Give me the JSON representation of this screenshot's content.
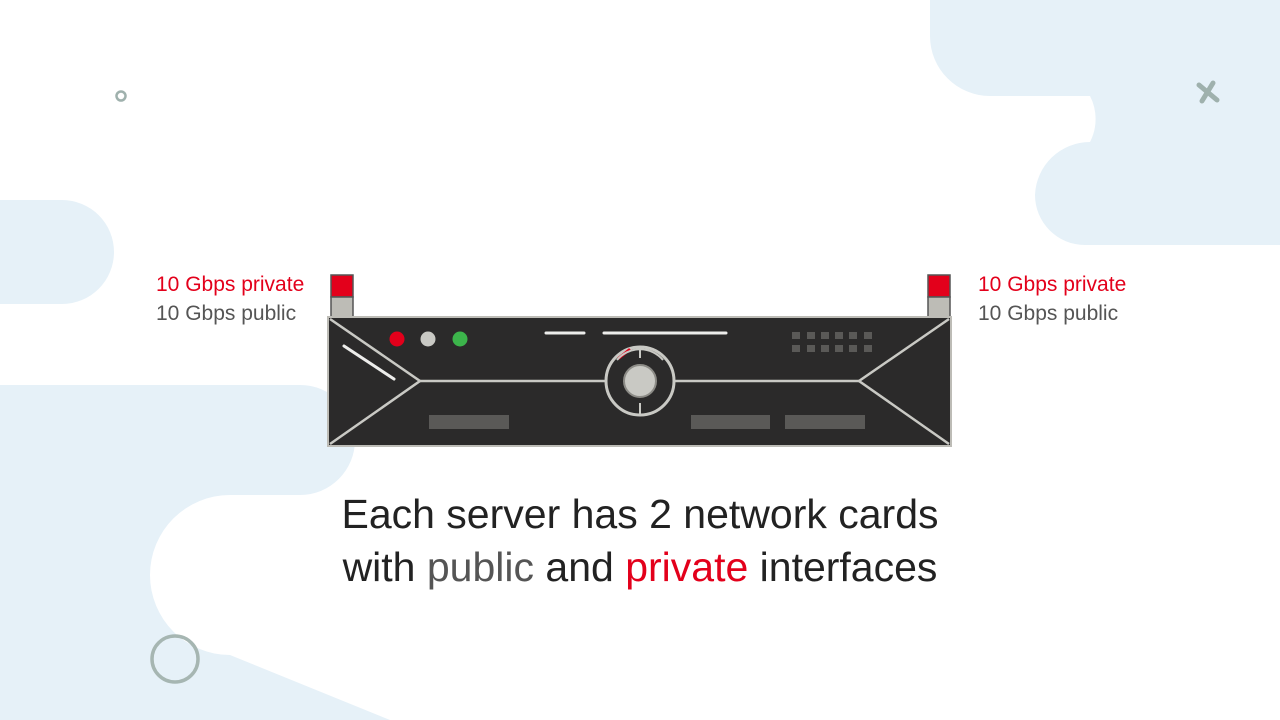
{
  "colors": {
    "accent_private": "#e3001b",
    "public_gray": "#555555",
    "text_dark": "#222222",
    "blob_bg": "#e6f1f8",
    "server_body": "#2b2a2a",
    "server_lines": "#c9c9c4",
    "led_red": "#e3001b",
    "led_gray": "#c9c9c4",
    "led_green": "#3cb44b"
  },
  "left_label": {
    "private": "10 Gbps private",
    "public": "10 Gbps public"
  },
  "right_label": {
    "private": "10 Gbps private",
    "public": "10 Gbps public"
  },
  "caption": {
    "line1": "Each server has 2 network cards",
    "line2_prefix": "with ",
    "line2_public": "public",
    "line2_mid": " and ",
    "line2_private": "private",
    "line2_suffix": " interfaces"
  },
  "icons": [
    "server-icon",
    "network-card-icon",
    "circle-decoration-icon",
    "cross-decoration-icon"
  ]
}
